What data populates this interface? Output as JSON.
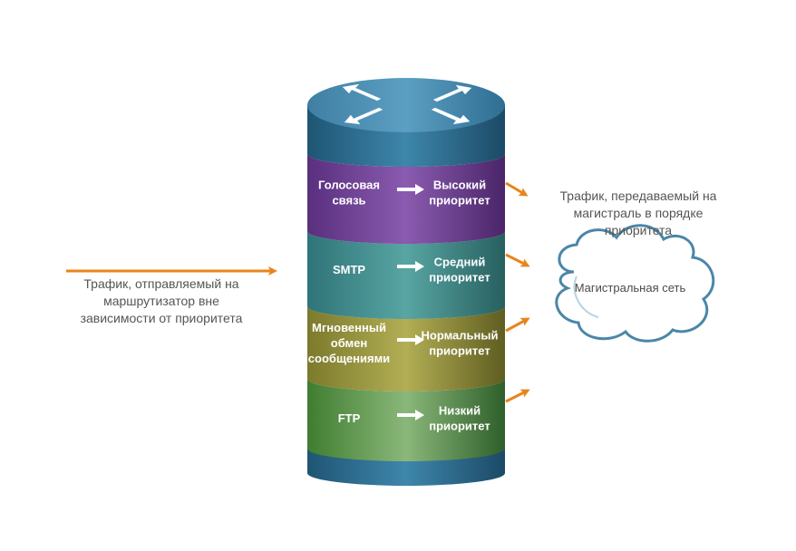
{
  "incoming": {
    "lines": [
      "Трафик, отправляемый на",
      "маршрутизатор вне",
      "зависимости от приоритета"
    ]
  },
  "outgoing": {
    "lines": [
      "Трафик, передаваемый на",
      "магистраль в порядке",
      "приоритета"
    ]
  },
  "cloud": {
    "label": "Магистральная сеть"
  },
  "queues": [
    {
      "traffic": [
        "Голосовая",
        "связь"
      ],
      "priority": [
        "Высокий",
        "приоритет"
      ],
      "color": "#6b3f8e"
    },
    {
      "traffic": [
        "SMTP"
      ],
      "priority": [
        "Средний",
        "приоритет"
      ],
      "color": "#3f8a8c"
    },
    {
      "traffic": [
        "Мгновенный",
        "обмен",
        "сообщениями"
      ],
      "priority": [
        "Нормальный",
        "приоритет"
      ],
      "color": "#8f8e3a"
    },
    {
      "traffic": [
        "FTP"
      ],
      "priority": [
        "Низкий",
        "приоритет"
      ],
      "color": "#4e8c3c"
    }
  ],
  "colors": {
    "arrow_orange": "#e8851a",
    "router_blue": "#2d6a8e",
    "cloud_stroke": "#4a86a8",
    "text_gray": "#555555"
  },
  "icons": [
    "router-cross-arrows-icon",
    "white-arrow-icon",
    "orange-arrow-icon",
    "cloud-icon"
  ]
}
